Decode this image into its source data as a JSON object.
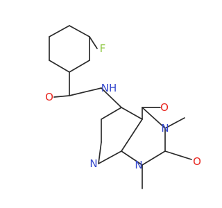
{
  "structure": {
    "atom_colors": {
      "F": "#8cc63f",
      "O": "#e8261f",
      "N": "#3347cc",
      "bond": "#2b2b2b"
    },
    "atoms": [
      {
        "id": "fluorine",
        "element": "F",
        "label": "F"
      },
      {
        "id": "amide-oxygen",
        "element": "O",
        "label": "O"
      },
      {
        "id": "amide-nitrogen",
        "element": "N",
        "label": "NH"
      },
      {
        "id": "oxygen-4",
        "element": "O",
        "label": "O"
      },
      {
        "id": "nitrogen-3",
        "element": "N",
        "label": "N"
      },
      {
        "id": "oxygen-2",
        "element": "O",
        "label": "O"
      },
      {
        "id": "nitrogen-1",
        "element": "N",
        "label": "N"
      },
      {
        "id": "pyridine-nitrogen",
        "element": "N",
        "label": "N"
      }
    ]
  }
}
